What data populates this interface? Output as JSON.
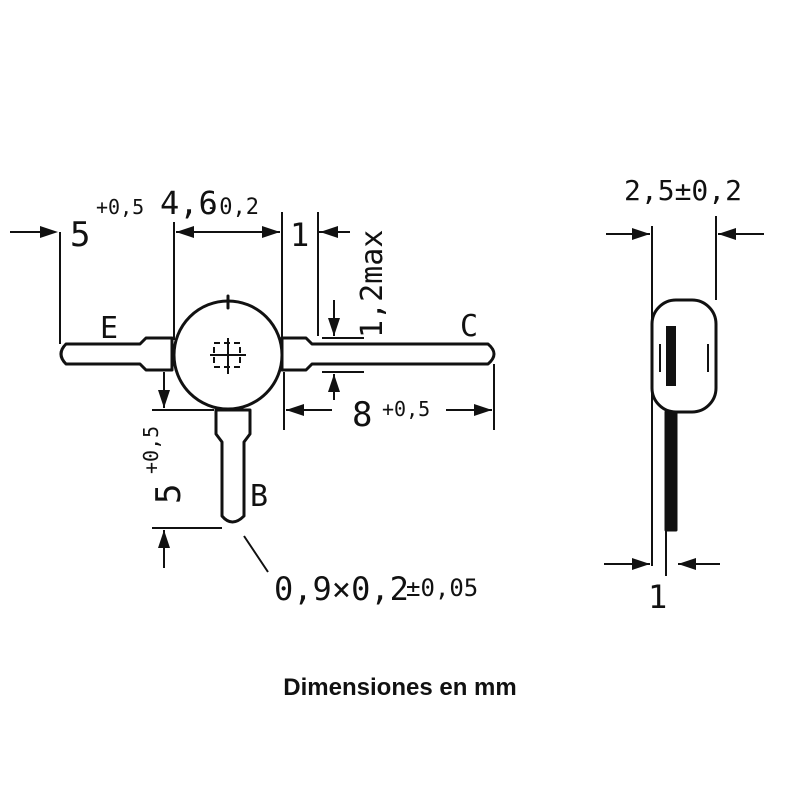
{
  "leads": {
    "emitter": "E",
    "collector": "C",
    "base": "B"
  },
  "dimensions": {
    "emitter_lead_length": "5",
    "emitter_lead_tol": "+0,5",
    "body_diameter": "4,6",
    "body_diameter_tol": "-0,2",
    "collar_width": "1",
    "lead_height_max": "1,2max",
    "collector_lead_length": "8",
    "collector_lead_tol": "+0,5",
    "base_lead_length": "5",
    "base_lead_tol": "+0,5",
    "lead_cross_section": "0,9×0,2",
    "lead_cross_section_tol": "±0,05",
    "side_thickness": "2,5±0,2",
    "side_lead_width": "1"
  },
  "caption": "Dimensiones en mm"
}
